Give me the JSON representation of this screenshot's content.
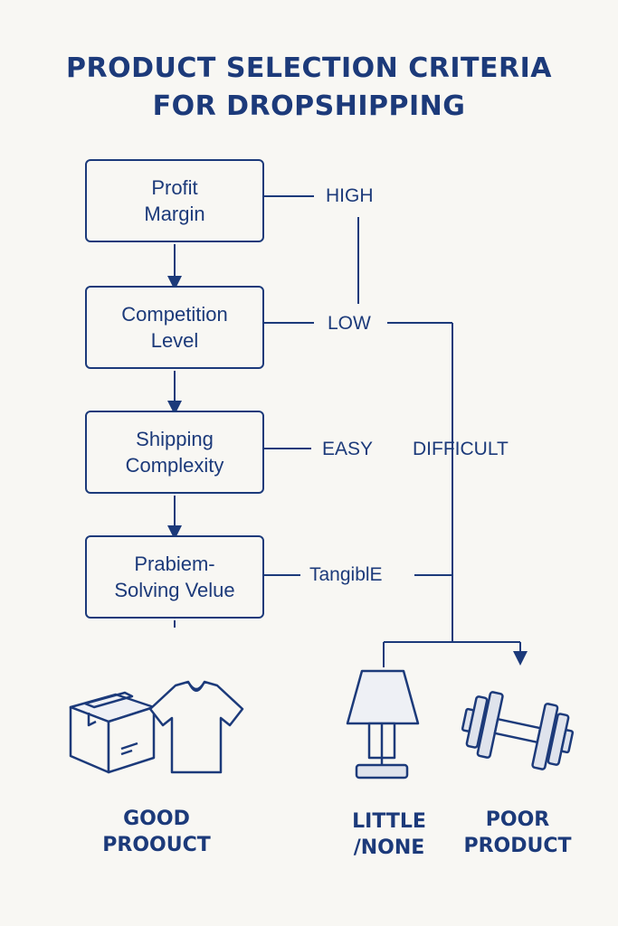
{
  "title": {
    "line1": "PRODUCT SELECTION CRITERIA",
    "line2": "FOR DROPSHIPPING"
  },
  "criteria": [
    {
      "line1": "Profit",
      "line2": "Margin",
      "label": "HIGH"
    },
    {
      "line1": "Competition",
      "line2": "Level",
      "label": "LOW"
    },
    {
      "line1": "Shipping",
      "line2": "Complexity",
      "label": "EASY"
    },
    {
      "line1": "Prabiem-",
      "line2": "Solving Velue",
      "label": "TangiblE"
    }
  ],
  "alt_label": "DIFFICULT",
  "outcomes": {
    "good": {
      "line1": "GOOD",
      "line2": "PROOUCT",
      "icons": [
        "box-icon",
        "tshirt-icon"
      ]
    },
    "little": {
      "line1": "LITTLE",
      "line2": "/NONE",
      "icon": "lamp-icon"
    },
    "poor": {
      "line1": "POOR",
      "line2": "PRODUCT",
      "icon": "dumbbell-icon"
    }
  },
  "colors": {
    "ink": "#1c3a7a",
    "background": "#f8f7f3",
    "icon_fill": "#dfe3ec"
  }
}
